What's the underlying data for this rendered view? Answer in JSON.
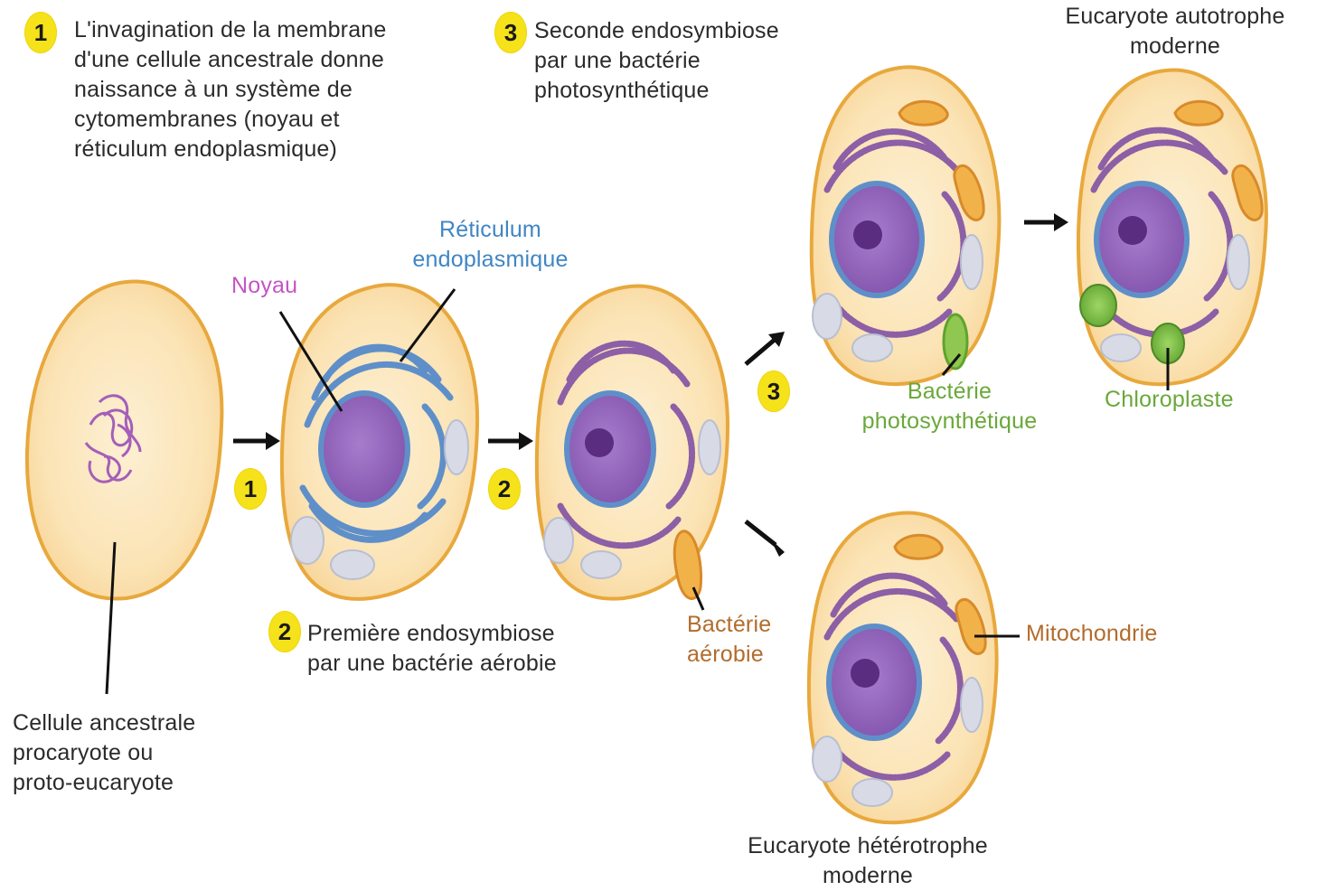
{
  "colors": {
    "membrane": "#e8a83c",
    "cytoplasm": "#fbe7c0",
    "nucleus": "#8a5bb3",
    "reticulum": "#5f8fc9",
    "photosynthetic_bacterium": "#8fc750",
    "aerobic_bacterium": "#f2b24a",
    "label_nucleus": "#c455c4",
    "label_reticulum": "#3f86c4",
    "label_green": "#6aa83a",
    "label_brown": "#b26c2c"
  },
  "steps": {
    "step1": {
      "number": "1",
      "text": "L'invagination de la membrane\nd'une cellule ancestrale donne\nnaissance à un système de\ncytomembranes (noyau et\nréticulum endoplasmique)"
    },
    "step2": {
      "number": "2",
      "text": "Première endosymbiose\npar une bactérie aérobie"
    },
    "step3": {
      "number": "3",
      "text": "Seconde endosymbiose\npar une bactérie\nphotosynthétique"
    }
  },
  "labels": {
    "ancestral_cell": "Cellule ancestrale\nprocaryote ou\nproto-eucaryote",
    "nucleus": "Noyau",
    "reticulum": "Réticulum\nendoplasmique",
    "aerobic_bacterium": "Bactérie\naérobie",
    "photosynthetic_bacterium": "Bactérie\nphotosynthétique",
    "chloroplast": "Chloroplaste",
    "mitochondrion": "Mitochondrie",
    "autotroph": "Eucaryote autotrophe\nmoderne",
    "heterotroph": "Eucaryote hétérotrophe\nmoderne"
  },
  "arrow_badges": [
    "1",
    "2",
    "3"
  ]
}
